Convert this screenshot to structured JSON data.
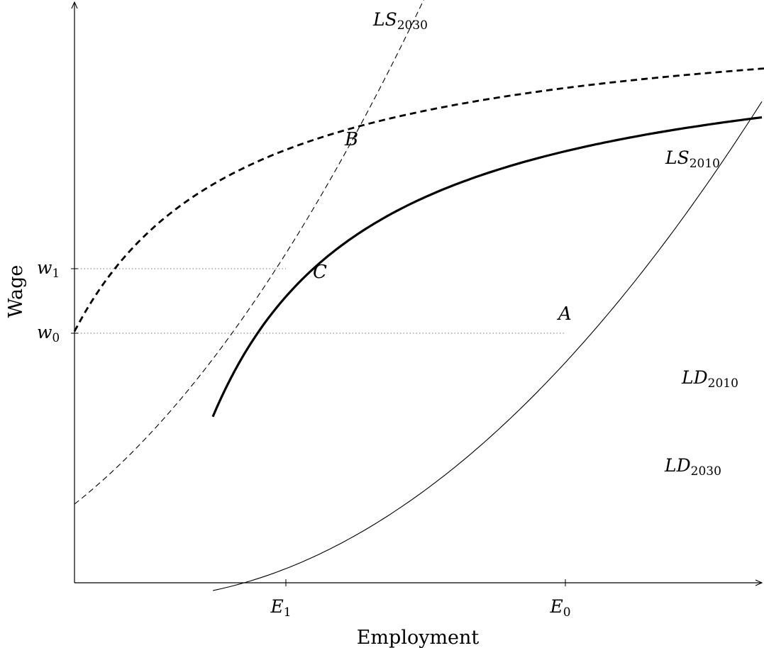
{
  "axes": {
    "xlabel": "Employment",
    "ylabel": "Wage"
  },
  "ticks": {
    "x": [
      {
        "base": "E",
        "sub": "1"
      },
      {
        "base": "E",
        "sub": "0"
      }
    ],
    "y": [
      {
        "base": "w",
        "sub": "1"
      },
      {
        "base": "w",
        "sub": "0"
      }
    ]
  },
  "curves": {
    "ld2010": {
      "base": "LD",
      "sub": "2010",
      "style": "thick-solid"
    },
    "ld2030": {
      "base": "LD",
      "sub": "2030",
      "style": "thick-dashed"
    },
    "ls2010": {
      "base": "LS",
      "sub": "2010",
      "style": "thin-solid"
    },
    "ls2030": {
      "base": "LS",
      "sub": "2030",
      "style": "thin-dashed"
    }
  },
  "points": {
    "a": "A",
    "b": "B",
    "c": "C"
  },
  "colors": {
    "ink": "#000000",
    "guide": "#777777"
  }
}
